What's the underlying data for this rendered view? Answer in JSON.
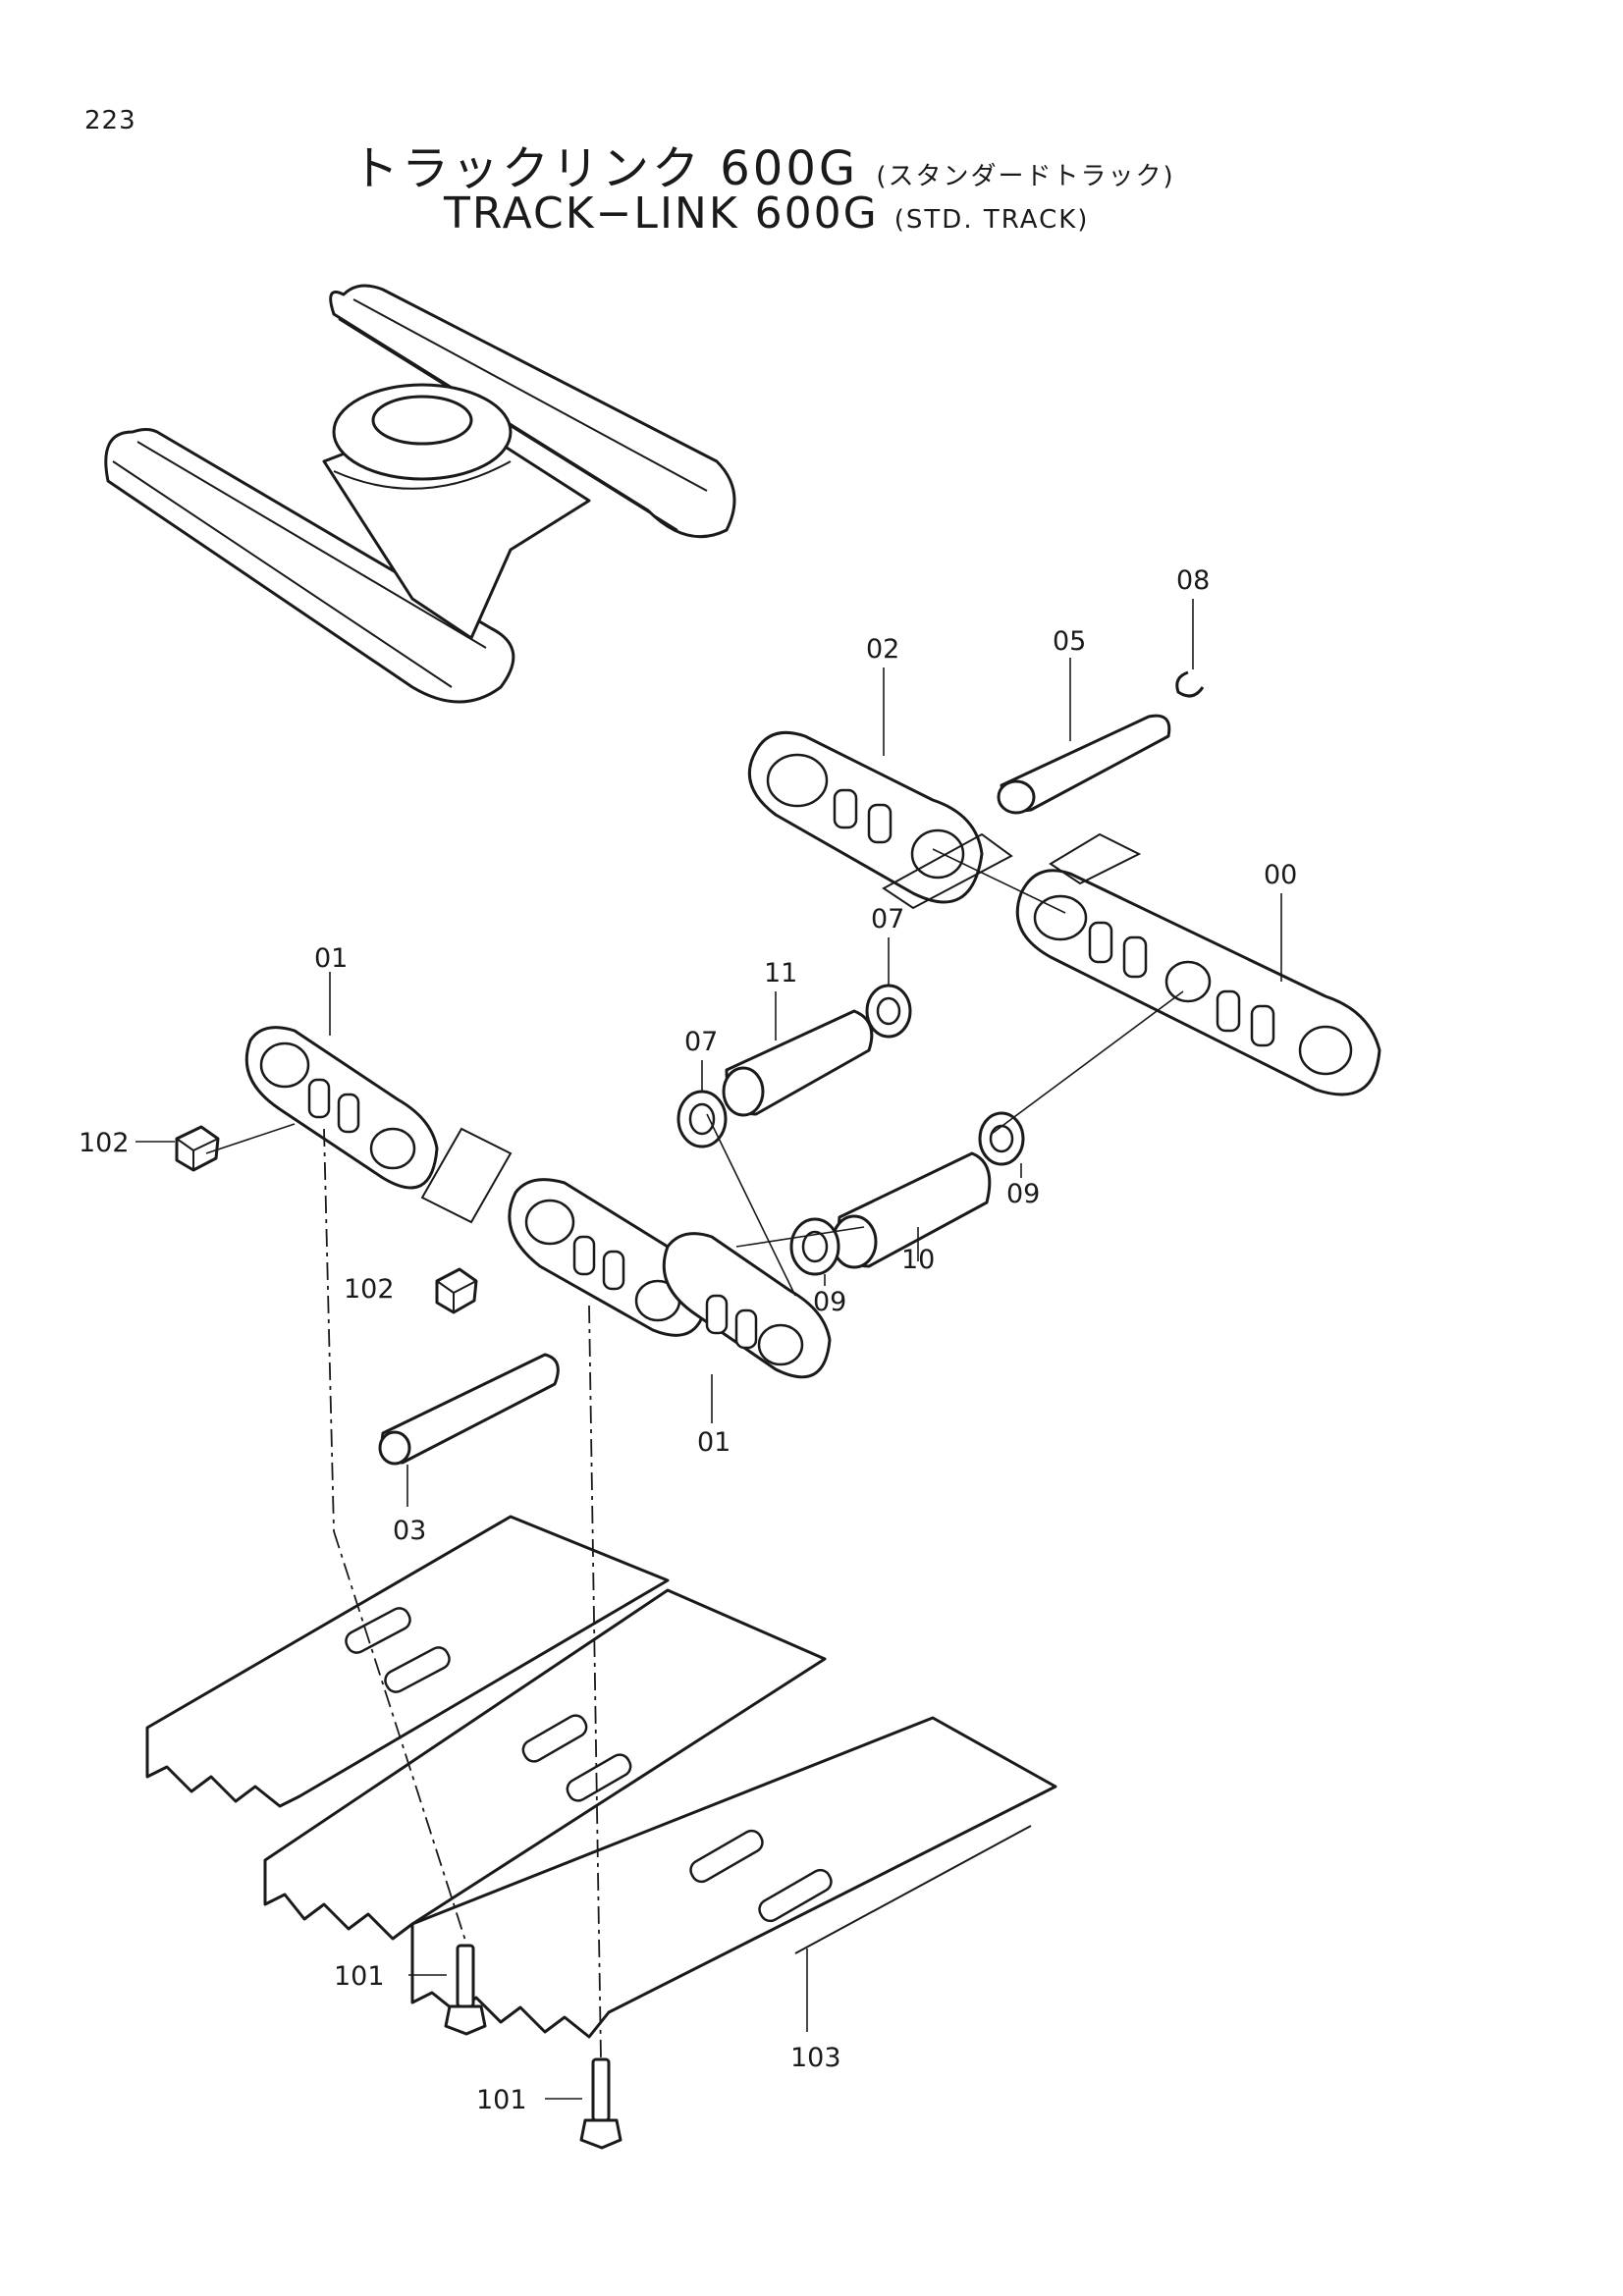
{
  "page_number": "223",
  "title_jp": "トラックリンク 600G",
  "title_jp_sub": "(スタンダードトラック)",
  "title_en": "TRACK−LINK 600G",
  "title_en_sub": "(STD. TRACK)",
  "callouts": {
    "c08": "08",
    "c02": "02",
    "c05": "05",
    "c00": "00",
    "c07a": "07",
    "c11": "11",
    "c07b": "07",
    "c01a": "01",
    "c102a": "102",
    "c102b": "102",
    "c09a": "09",
    "c09b": "09",
    "c10": "10",
    "c01b": "01",
    "c03": "03",
    "c101a": "101",
    "c101b": "101",
    "c103": "103"
  }
}
